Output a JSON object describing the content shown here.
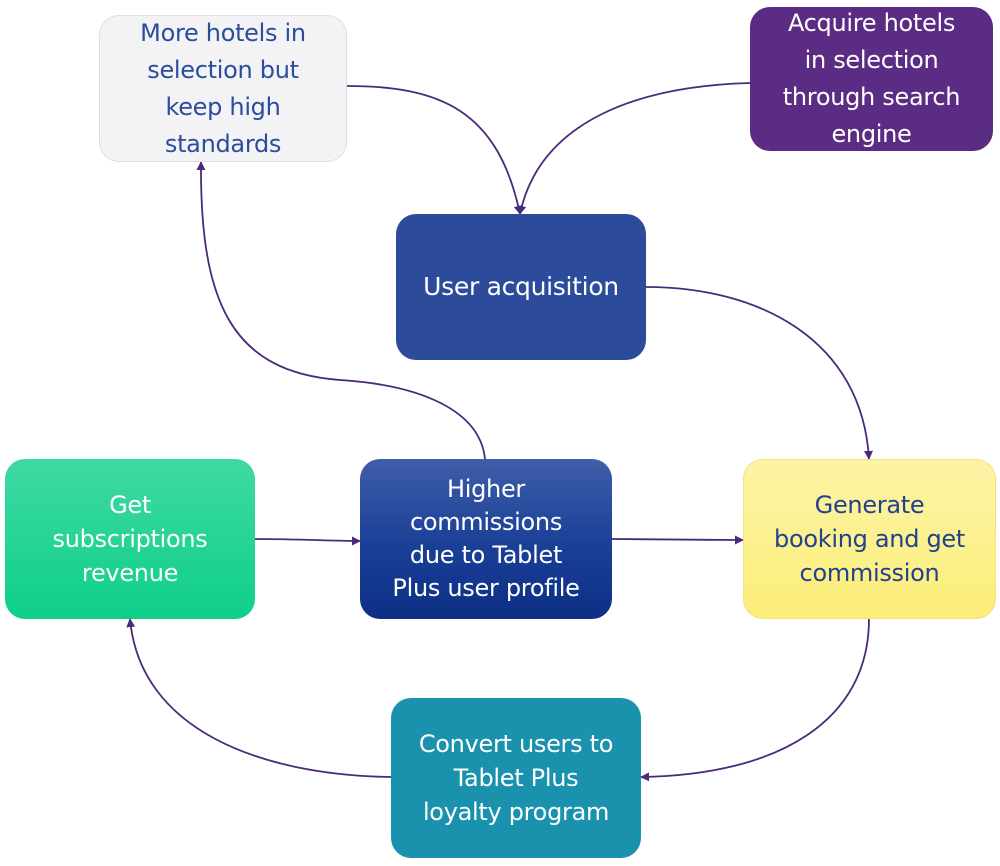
{
  "diagram": {
    "colors": {
      "arrow": "#4a2a7a",
      "more_hotels_fill": "#f3f3f5",
      "more_hotels_text": "#2a4d9c",
      "acquire_fill": "#5b2c83",
      "user_acquisition_fill": "#2c4c9b",
      "subscriptions_fill": "#1ad395",
      "higher_commissions_fill": "#1a3f96",
      "generate_booking_fill": "#fcf08a",
      "generate_booking_text": "#22418e",
      "convert_users_fill": "#1a92ae"
    },
    "nodes": {
      "more_hotels": {
        "lines": [
          "More hotels in",
          "selection but",
          "keep high",
          "standards"
        ]
      },
      "acquire_hotels": {
        "lines": [
          "Acquire hotels",
          "in selection",
          "through search",
          "engine"
        ]
      },
      "user_acquisition": {
        "lines": [
          "User acquisition"
        ]
      },
      "get_subscriptions": {
        "lines": [
          "Get",
          "subscriptions",
          "revenue"
        ]
      },
      "higher_commissions": {
        "lines": [
          "Higher",
          "commissions",
          "due to Tablet",
          "Plus user profile"
        ]
      },
      "generate_booking": {
        "lines": [
          "Generate",
          "booking and get",
          "commission"
        ]
      },
      "convert_users": {
        "lines": [
          "Convert users to",
          "Tablet Plus",
          "loyalty program"
        ]
      }
    },
    "edges": [
      {
        "from": "more_hotels",
        "to": "user_acquisition"
      },
      {
        "from": "acquire_hotels",
        "to": "user_acquisition"
      },
      {
        "from": "user_acquisition",
        "to": "generate_booking"
      },
      {
        "from": "generate_booking",
        "to": "convert_users"
      },
      {
        "from": "convert_users",
        "to": "get_subscriptions"
      },
      {
        "from": "get_subscriptions",
        "to": "higher_commissions"
      },
      {
        "from": "higher_commissions",
        "to": "generate_booking"
      },
      {
        "from": "higher_commissions",
        "to": "more_hotels"
      }
    ]
  }
}
